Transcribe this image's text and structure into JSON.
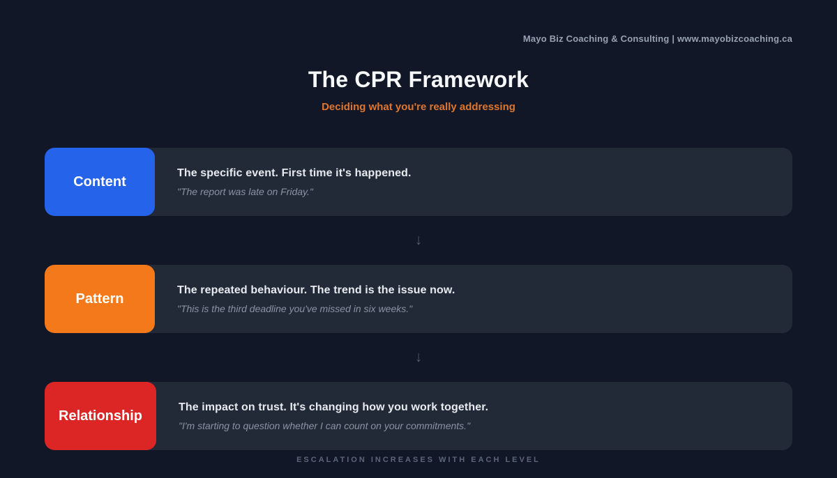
{
  "branding": {
    "text": "Mayo Biz Coaching & Consulting | www.mayobizcoaching.ca"
  },
  "header": {
    "title": "The CPR Framework",
    "subtitle": "Deciding what you're really addressing"
  },
  "rows": [
    {
      "label": "Content",
      "color": "#2563eb",
      "description": "The specific event. First time it's happened.",
      "quote": "\"The report was late on Friday.\""
    },
    {
      "label": "Pattern",
      "color": "#f4791a",
      "description": "The repeated behaviour. The trend is the issue now.",
      "quote": "\"This is the third deadline you've missed in six weeks.\""
    },
    {
      "label": "Relationship",
      "color": "#dc2626",
      "description": "The impact on trust. It's changing how you work together.",
      "quote": "\"I'm starting to question whether I can count on your commitments.\""
    }
  ],
  "arrow": {
    "glyph": "↓"
  },
  "footer": {
    "text": "ESCALATION INCREASES WITH EACH LEVEL"
  },
  "colors": {
    "background": "#111726",
    "panel": "#222937",
    "subtitle_accent": "#e0762e",
    "arrow": "#525c70"
  }
}
